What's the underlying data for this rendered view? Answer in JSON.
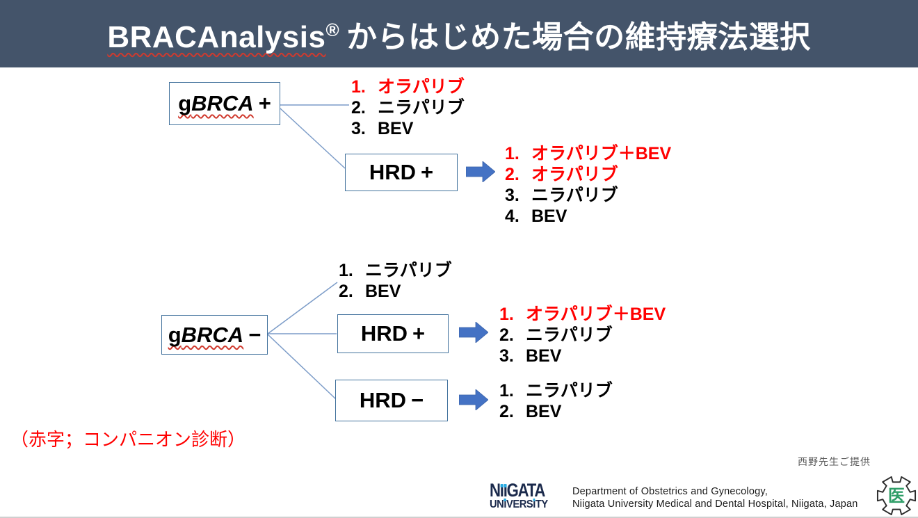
{
  "title": {
    "brand": "BRACAnalysis",
    "registered_mark": "®",
    "text": "からはじめた場合の維持療法選択"
  },
  "colors": {
    "title_bar_bg": "#44546A",
    "title_text": "#FFFFFF",
    "highlight_red": "#FF0000",
    "box_border": "#41719C",
    "connector_blue": "#7C9CC8",
    "arrow_blue": "#4472C4",
    "credit_gray": "#595959",
    "logo_navy": "#1B2A4C",
    "logo_cyan": "#29ABE2",
    "seal_green": "#2F9E68"
  },
  "nodes": {
    "gbrca_positive": {
      "prefix": "g",
      "gene": "BRCA",
      "sign": "+"
    },
    "gbrca_negative": {
      "prefix": "g",
      "gene": "BRCA",
      "sign": "−"
    },
    "hrd_positive_top": {
      "name": "HRD",
      "sign": "+"
    },
    "hrd_positive_mid": {
      "name": "HRD",
      "sign": "+"
    },
    "hrd_negative": {
      "name": "HRD",
      "sign": "−"
    }
  },
  "option_lists": {
    "gbrca_positive": [
      {
        "num": "1.",
        "text": "オラパリブ",
        "color": "#FF0000"
      },
      {
        "num": "2.",
        "text": "ニラパリブ",
        "color": "#000000"
      },
      {
        "num": "3.",
        "text": "BEV",
        "color": "#000000"
      }
    ],
    "hrd_positive_top": [
      {
        "num": "1.",
        "text": "オラパリブ＋BEV",
        "color": "#FF0000"
      },
      {
        "num": "2.",
        "text": "オラパリブ",
        "color": "#FF0000"
      },
      {
        "num": "3.",
        "text": "ニラパリブ",
        "color": "#000000"
      },
      {
        "num": "4.",
        "text": "BEV",
        "color": "#000000"
      }
    ],
    "gbrca_negative_direct": [
      {
        "num": "1.",
        "text": "ニラパリブ",
        "color": "#000000"
      },
      {
        "num": "2.",
        "text": "BEV",
        "color": "#000000"
      }
    ],
    "hrd_positive_mid": [
      {
        "num": "1.",
        "text": "オラパリブ＋BEV",
        "color": "#FF0000"
      },
      {
        "num": "2.",
        "text": "ニラパリブ",
        "color": "#000000"
      },
      {
        "num": "3.",
        "text": "BEV",
        "color": "#000000"
      }
    ],
    "hrd_negative": [
      {
        "num": "1.",
        "text": "ニラパリブ",
        "color": "#000000"
      },
      {
        "num": "2.",
        "text": "BEV",
        "color": "#000000"
      }
    ]
  },
  "notes": {
    "legend_red": "（赤字；コンパニオン診断）",
    "credit": "西野先生ご提供"
  },
  "footer": {
    "logo_line1": "NiiGATA",
    "logo_line2": "UNIVERSITY",
    "dept_line1": "Department of Obstetrics and Gynecology,",
    "dept_line2": "Niigata University Medical and Dental Hospital, Niigata, Japan",
    "seal_character": "医"
  }
}
